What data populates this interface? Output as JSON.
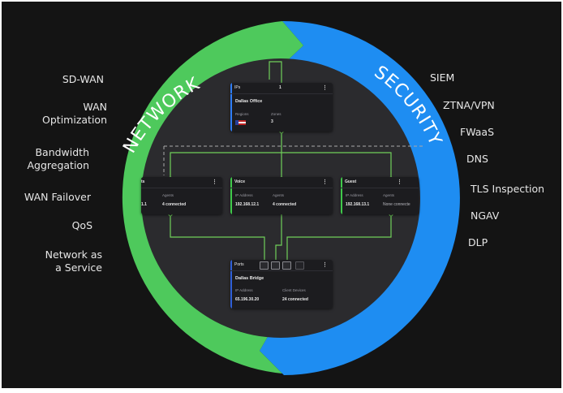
{
  "colors": {
    "network_green": "#4ec95c",
    "security_blue": "#1e8df2",
    "background": "#141414",
    "inner_circle": "#2b2b2e",
    "card_bg": "#1c1c1f",
    "link_green": "#6fcf5a",
    "office_accent": "#2f7df6",
    "voice_accent": "#3fc94a",
    "guest_accent": "#3fc94a",
    "bridge_accent": "#2f5fd8"
  },
  "ring": {
    "left_label": "NETWORK",
    "right_label": "SECURITY"
  },
  "network_features": [
    "SD-WAN",
    "WAN\nOptimization",
    "Bandwidth\nAggregation",
    "WAN Failover",
    "QoS",
    "Network as\na Service"
  ],
  "security_features": [
    "SIEM",
    "ZTNA/VPN",
    "FWaaS",
    "DNS",
    "TLS Inspection",
    "NGAV",
    "DLP"
  ],
  "diagram": {
    "office": {
      "header_label": "IPs",
      "header_value": "1",
      "title": "Dallas Office",
      "col1_label": "Regions",
      "col2_label": "Zones",
      "col2_value": "3"
    },
    "left_partial": {
      "header_fragment": "ts",
      "col2_label": "Agents",
      "col1_value": "1.1",
      "col2_value": "4 connected"
    },
    "voice": {
      "title": "Voice",
      "col1_label": "IP Address",
      "col2_label": "Agents",
      "col1_value": "192.168.12.1",
      "col2_value": "4 connected"
    },
    "guest": {
      "title": "Guest",
      "col1_label": "IP Address",
      "col2_label": "Agents",
      "col1_value": "192.168.13.1",
      "col2_value": "None connecte"
    },
    "bridge": {
      "header_label": "Ports",
      "title": "Dallas Bridge",
      "col1_label": "IP Address",
      "col2_label": "Client Devices",
      "col1_value": "65.196.30.20",
      "col2_value": "24 connected"
    },
    "menu_glyph": "⋮"
  }
}
